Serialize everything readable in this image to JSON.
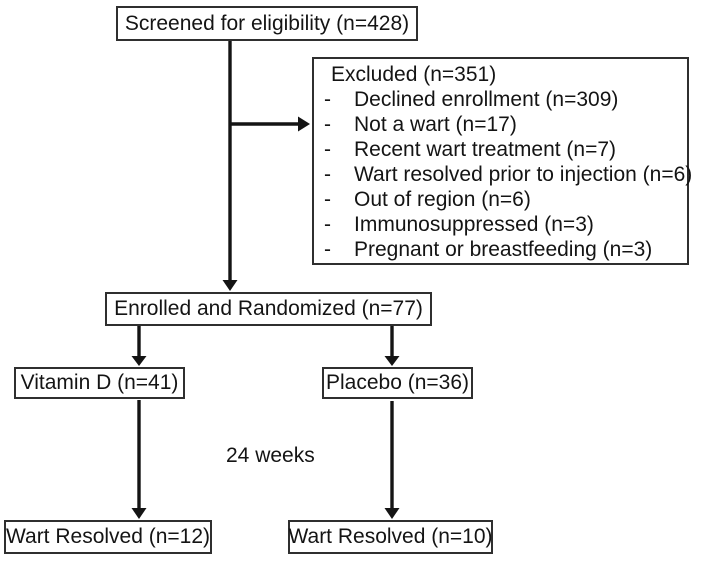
{
  "diagram": {
    "screened": {
      "label": "Screened for eligibility (n=428)"
    },
    "excluded": {
      "title": "Excluded (n=351)",
      "bullet": "-",
      "items": [
        "Declined enrollment (n=309)",
        "Not a wart (n=17)",
        "Recent wart treatment (n=7)",
        "Wart resolved prior to injection (n=6)",
        "Out of region (n=6)",
        "Immunosuppressed (n=3)",
        "Pregnant or breastfeeding (n=3)"
      ]
    },
    "enrolled": {
      "label": "Enrolled and Randomized (n=77)"
    },
    "arm_left": {
      "label": "Vitamin D (n=41)"
    },
    "arm_right": {
      "label": "Placebo (n=36)"
    },
    "timepoint": {
      "label": "24 weeks"
    },
    "outcome_left": {
      "label": "Wart Resolved (n=12)"
    },
    "outcome_right": {
      "label": "Wart Resolved (n=10)"
    },
    "colors": {
      "line": "#141414",
      "box_border": "#2f2f2f",
      "background": "#ffffff",
      "text": "#141414"
    }
  }
}
